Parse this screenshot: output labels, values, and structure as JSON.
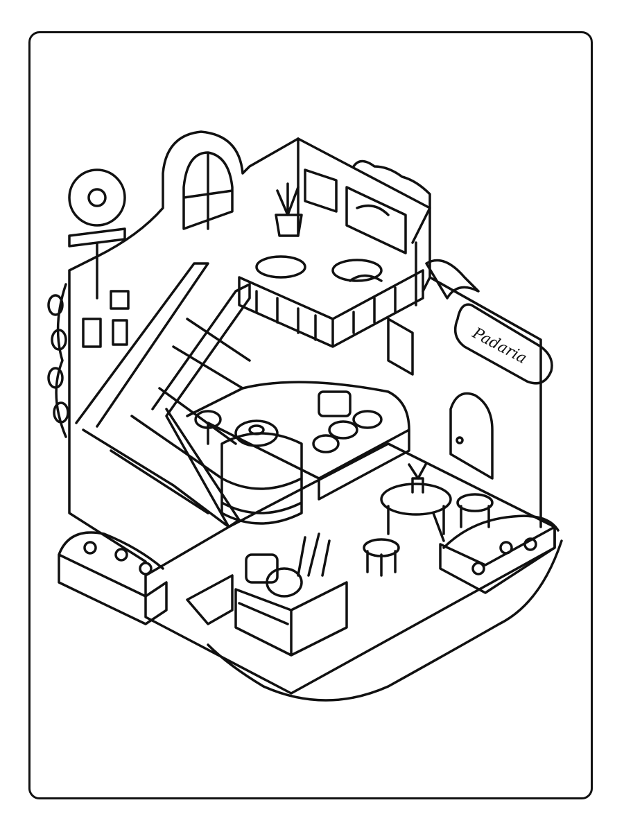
{
  "illustration": {
    "subject": "bakery",
    "style": "black line art coloring page",
    "sign_text": "Padaria",
    "colors": {
      "line": "#111111",
      "background": "#ffffff"
    }
  }
}
